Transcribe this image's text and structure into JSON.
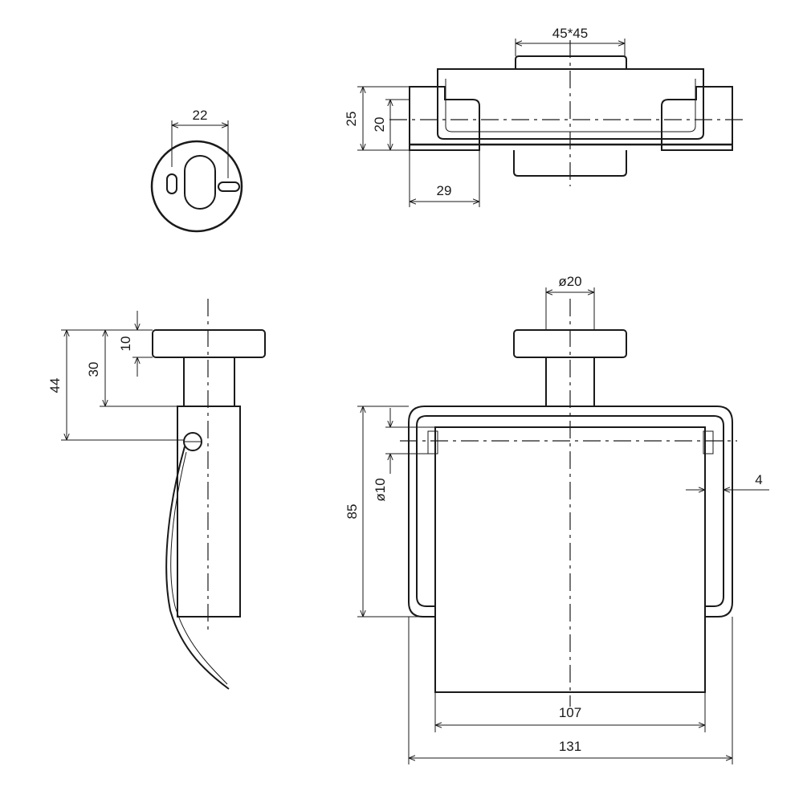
{
  "dimensions": {
    "plate_hole_spacing": "22",
    "top_view_size": "45*45",
    "top_view_depth_25": "25",
    "top_view_depth_20": "20",
    "top_view_width_29": "29",
    "side_cap_height": "10",
    "side_arm_height": "30",
    "side_total_height": "44",
    "front_rod_diameter": "ø20",
    "front_inner_rod": "ø10",
    "front_height": "85",
    "front_gap": "4",
    "front_inner_width": "107",
    "front_total_width": "131"
  }
}
